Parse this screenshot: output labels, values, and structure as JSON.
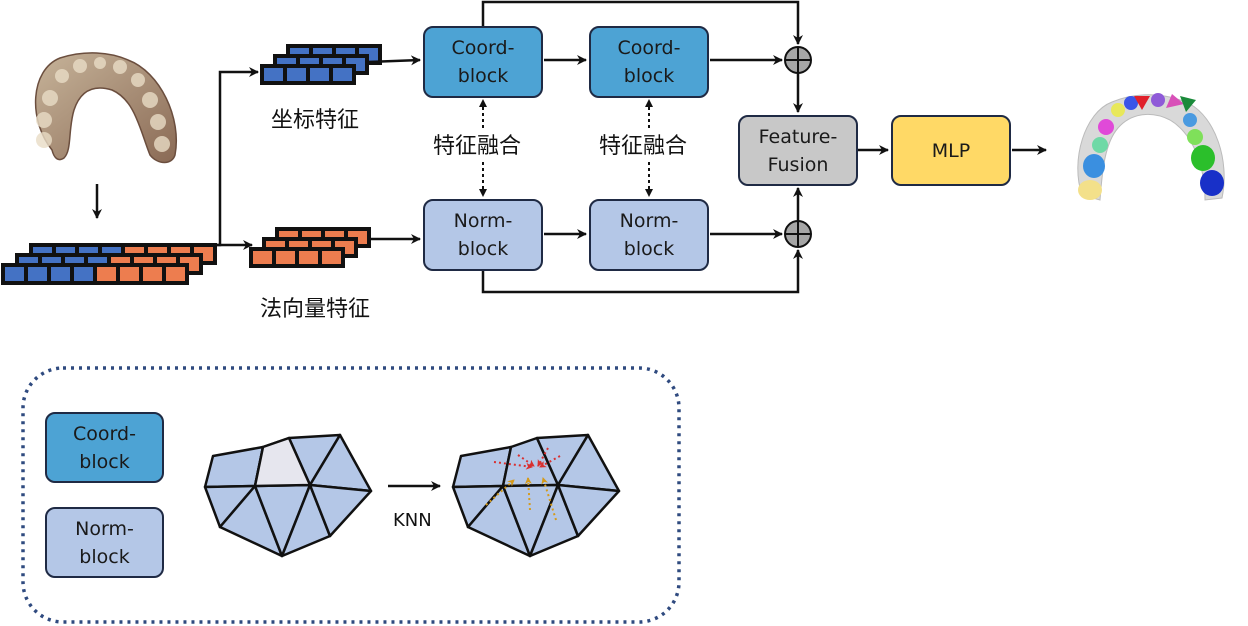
{
  "blocks": {
    "coord1": "Coord-\nblock",
    "coord2": "Coord-\nblock",
    "norm1": "Norm-\nblock",
    "norm2": "Norm-\nblock",
    "fusion": "Feature-\nFusion",
    "mlp": "MLP",
    "legend_coord": "Coord-\nblock",
    "legend_norm": "Norm-\nblock"
  },
  "labels": {
    "coord_feature": "坐标特征",
    "normal_feature": "法向量特征",
    "fuse_1": "特征融合",
    "fuse_2": "特征融合",
    "knn": "KNN"
  },
  "colors": {
    "coord_block": "#4da3d4",
    "norm_block": "#b4c7e7",
    "fusion_block": "#c8c8c8",
    "mlp_block": "#ffd966",
    "coord_feature_cells": "#4472c4",
    "normal_feature_cells": "#ed7d4f",
    "legend_border": "#2f4a7f"
  }
}
